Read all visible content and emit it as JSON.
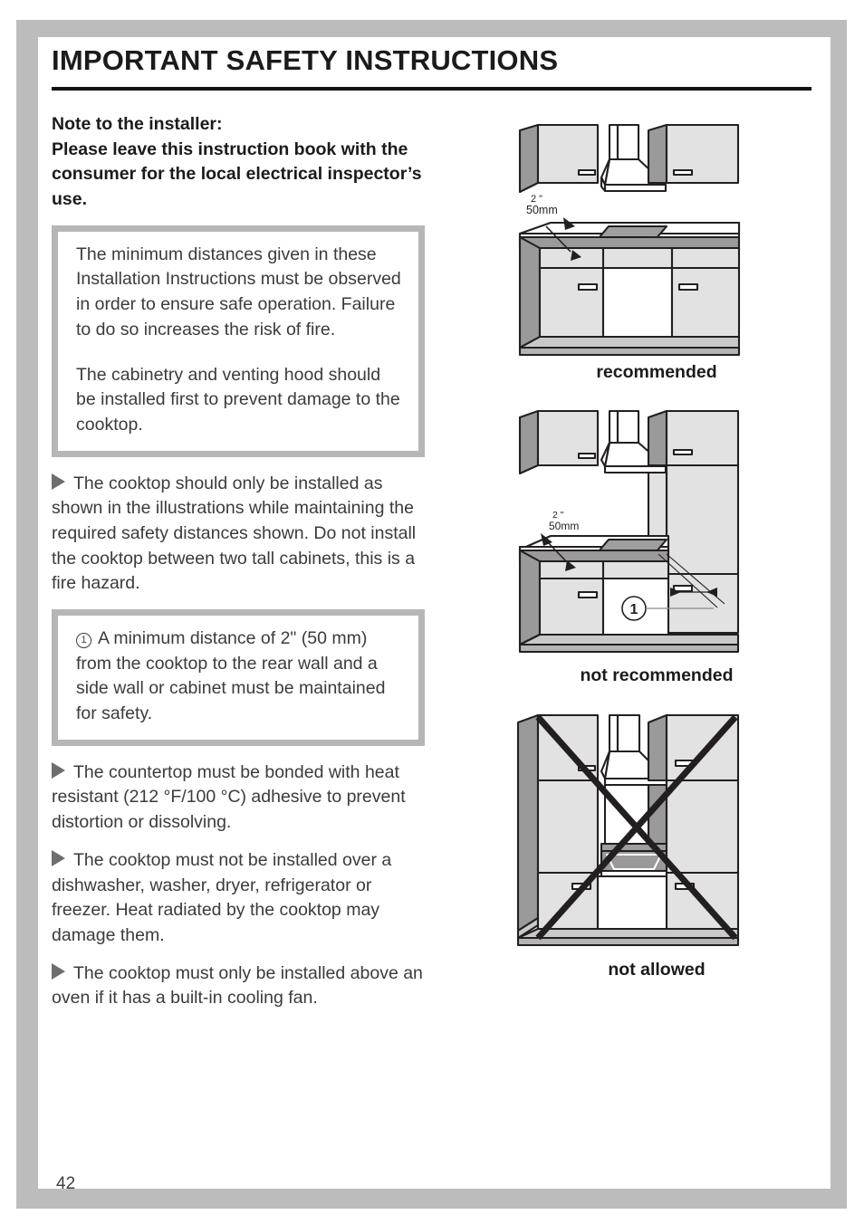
{
  "document": {
    "title": "IMPORTANT SAFETY INSTRUCTIONS",
    "page_number": "42"
  },
  "left_column": {
    "note_heading": "Note to the installer:\nPlease leave this instruction book with the consumer for the local electrical inspector’s use.",
    "callout_1": {
      "paragraph_1": "The minimum distances given in these Installation Instructions must be observed in order to ensure safe operation. Failure to do so increases the risk of fire.",
      "paragraph_2": "The cabinetry and venting hood should be installed first to prevent damage to the cooktop."
    },
    "bullet_1": "The cooktop should only be installed as shown in the illustrations while maintaining the required safety distances shown. Do not install the cooktop between two tall cabinets, this is a fire hazard.",
    "callout_2": {
      "marker": "1",
      "text": "A minimum distance of 2\" (50 mm) from the cooktop to the rear wall and a side wall or cabinet must be maintained for safety."
    },
    "bullet_2": "The countertop must be bonded with heat resistant (212 °F/100 °C) adhesive to prevent distortion or dissolving.",
    "bullet_3": "The cooktop must not be installed over a dishwasher, washer, dryer, refrigerator or freezer. Heat radiated by the cooktop may damage them.",
    "bullet_4": "The cooktop must only be installed above an oven if it has a built-in cooling fan."
  },
  "right_column": {
    "figure_1": {
      "name": "recommended-installation-diagram",
      "caption": "recommended",
      "dimension_top": "2 \"",
      "dimension_bottom": "50mm"
    },
    "figure_2": {
      "name": "not-recommended-installation-diagram",
      "caption": "not recommended",
      "dimension_top": "2 \"",
      "dimension_bottom": "50mm",
      "callout_marker": "1"
    },
    "figure_3": {
      "name": "not-allowed-installation-diagram",
      "caption": "not allowed"
    }
  },
  "colors": {
    "page_frame": "#bcbcbc",
    "callout_border": "#b6b6b6",
    "body_text": "#3b3b3b",
    "heading_text": "#1b1b1b",
    "cabinet_side": "#9a9a9a",
    "cabinet_face": "#e2e2e2",
    "cooktop_surface": "#9e9e9e",
    "outline": "#231f20",
    "bullet_triangle": "#6e6e6e"
  }
}
